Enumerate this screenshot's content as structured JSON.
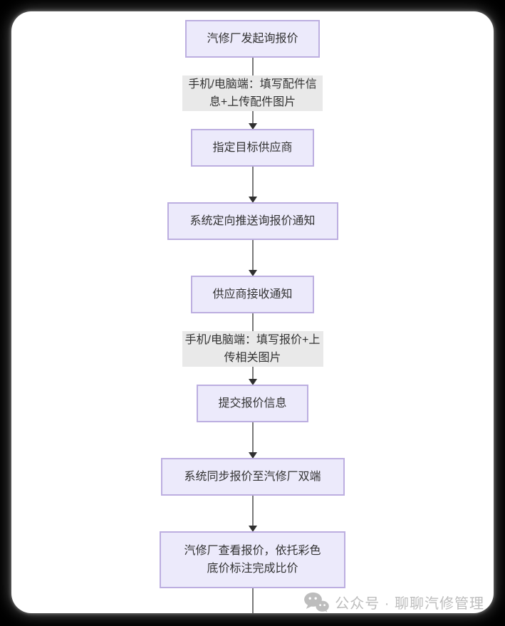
{
  "page": {
    "background_color": "#000000",
    "card_color": "#ffffff"
  },
  "colors": {
    "node_fill": "#ECEAFB",
    "node_border": "#BCAEE0",
    "edge_label_background": "#E9E9E9",
    "node_text": "#333333",
    "connector_line": "#7A7A7A",
    "arrowhead": "#2F2F2F",
    "watermark_text": "#BDBDBD"
  },
  "flowchart": {
    "nodes": [
      {
        "id": "start",
        "type": "process",
        "label": "汽修厂发起询报价"
      },
      {
        "id": "edge-label-1",
        "type": "edge-label",
        "label": "手机/电脑端：填写配件信息+上传配件图片",
        "lines": [
          "手机/电脑端：填写配件信",
          "息+上传配件图片"
        ]
      },
      {
        "id": "assign-supplier",
        "type": "process",
        "label": "指定目标供应商"
      },
      {
        "id": "push-notification",
        "type": "process",
        "label": "系统定向推送询报价通知"
      },
      {
        "id": "supplier-receive",
        "type": "process",
        "label": "供应商接收通知"
      },
      {
        "id": "edge-label-2",
        "type": "edge-label",
        "label": "手机/电脑端：填写报价+上传相关图片",
        "lines": [
          "手机/电脑端：填写报价+上",
          "传相关图片"
        ]
      },
      {
        "id": "submit-quote",
        "type": "process",
        "label": "提交报价信息"
      },
      {
        "id": "sync-quote",
        "type": "process",
        "label": "系统同步报价至汽修厂双端"
      },
      {
        "id": "compare-price",
        "type": "process",
        "label": "汽修厂查看报价，依托彩色底价标注完成比价",
        "lines": [
          "汽修厂查看报价，依托彩色",
          "底价标注完成比价"
        ]
      }
    ]
  },
  "watermark": {
    "icon": "wechat-icon",
    "text": "公众号 · 聊聊汽修管理"
  }
}
